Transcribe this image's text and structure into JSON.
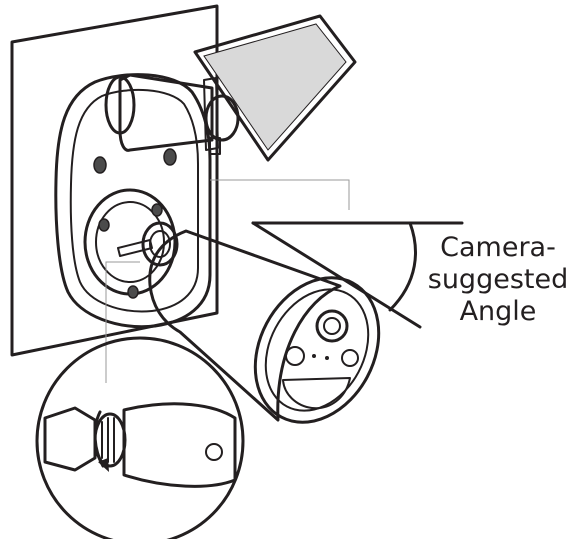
{
  "angle_label": {
    "line1": "Camera-",
    "line2": "suggested",
    "line3": "Angle"
  },
  "colors": {
    "stroke": "#231f20",
    "panel_fill": "#d9d9d9",
    "guide_line": "#9a9a9a",
    "background": "#ffffff"
  },
  "icons": [
    "rotate-arrow-icon"
  ]
}
